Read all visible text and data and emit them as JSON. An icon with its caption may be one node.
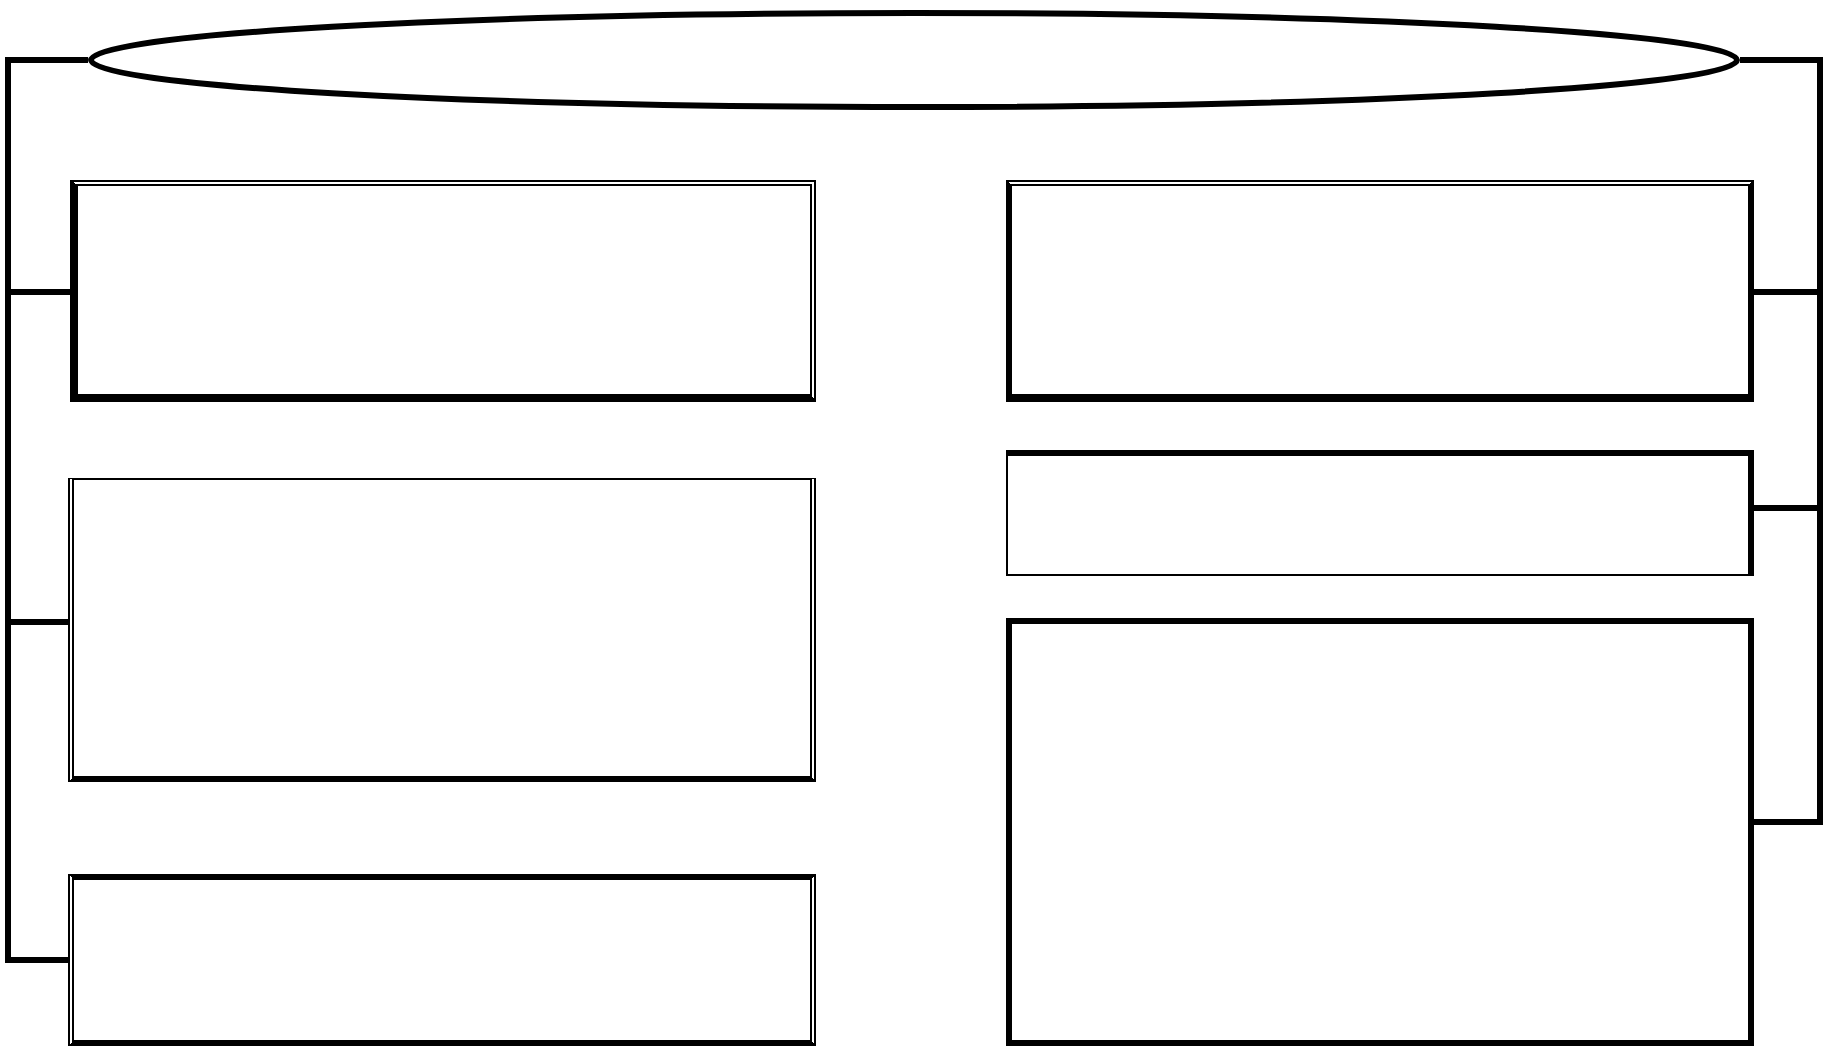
{
  "diagram": {
    "nodes": [
      {
        "text": [],
        "shape": "ellipse"
      },
      {
        "text": [],
        "shape": "box"
      },
      {
        "text": [],
        "shape": "box"
      },
      {
        "text": [],
        "shape": "box"
      },
      {
        "text": [],
        "shape": "box"
      },
      {
        "text": [],
        "shape": "box"
      },
      {
        "text": [],
        "shape": "box"
      }
    ],
    "edges": [
      {
        "from": 0,
        "to": 1,
        "arrow": "none"
      },
      {
        "from": 0,
        "to": 2,
        "arrow": "none"
      },
      {
        "from": 0,
        "to": 3,
        "arrow": "none"
      },
      {
        "from": 0,
        "to": 4,
        "arrow": "none"
      },
      {
        "from": 0,
        "to": 5,
        "arrow": "none"
      },
      {
        "from": 0,
        "to": 6,
        "arrow": "none"
      }
    ]
  }
}
